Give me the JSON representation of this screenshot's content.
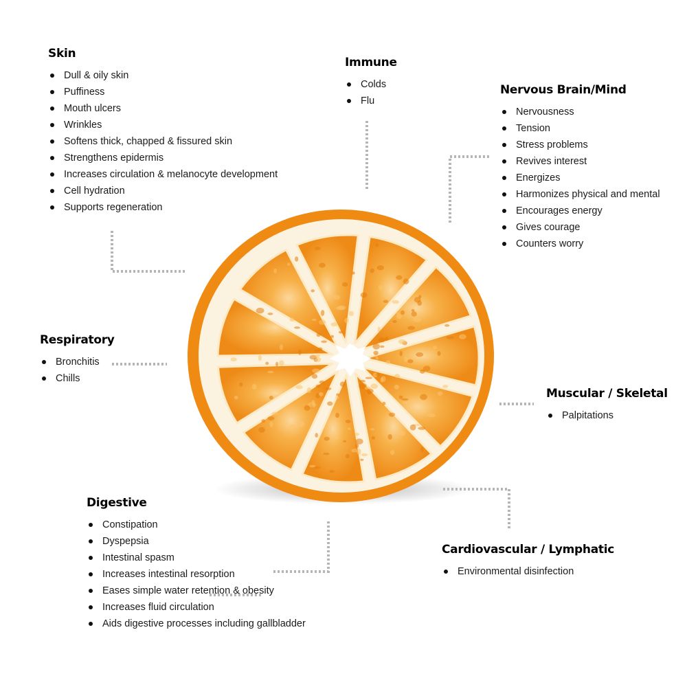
{
  "colors": {
    "rind": "#ef8a12",
    "pith": "#fbf3df",
    "flesh": "#f39a22",
    "segment_line": "#fde9c4",
    "connector": "#b5b5b5"
  },
  "groups": {
    "skin": {
      "title": "Skin",
      "items": [
        "Dull & oily skin",
        "Puffiness",
        "Mouth ulcers",
        "Wrinkles",
        "Softens thick, chapped & fissured skin",
        "Strengthens epidermis",
        "Increases circulation & melanocyte development",
        "Cell hydration",
        "Supports regeneration"
      ]
    },
    "immune": {
      "title": "Immune",
      "items": [
        "Colds",
        "Flu"
      ]
    },
    "nervous": {
      "title": "Nervous Brain/Mind",
      "items": [
        "Nervousness",
        "Tension",
        "Stress problems",
        "Revives interest",
        "Energizes",
        "Harmonizes physical and mental",
        "Encourages energy",
        "Gives courage",
        "Counters worry"
      ]
    },
    "respiratory": {
      "title": "Respiratory",
      "items": [
        "Bronchitis",
        "Chills"
      ]
    },
    "muscular": {
      "title": "Muscular / Skeletal",
      "items": [
        "Palpitations"
      ]
    },
    "digestive": {
      "title": "Digestive",
      "items": [
        "Constipation",
        "Dyspepsia",
        "Intestinal spasm",
        "Increases intestinal resorption",
        "Eases simple water retention & obesity",
        "Increases fluid circulation",
        "Aids digestive processes including gallbladder"
      ]
    },
    "cardio": {
      "title": "Cardiovascular / Lymphatic",
      "items": [
        "Environmental disinfection"
      ]
    }
  }
}
